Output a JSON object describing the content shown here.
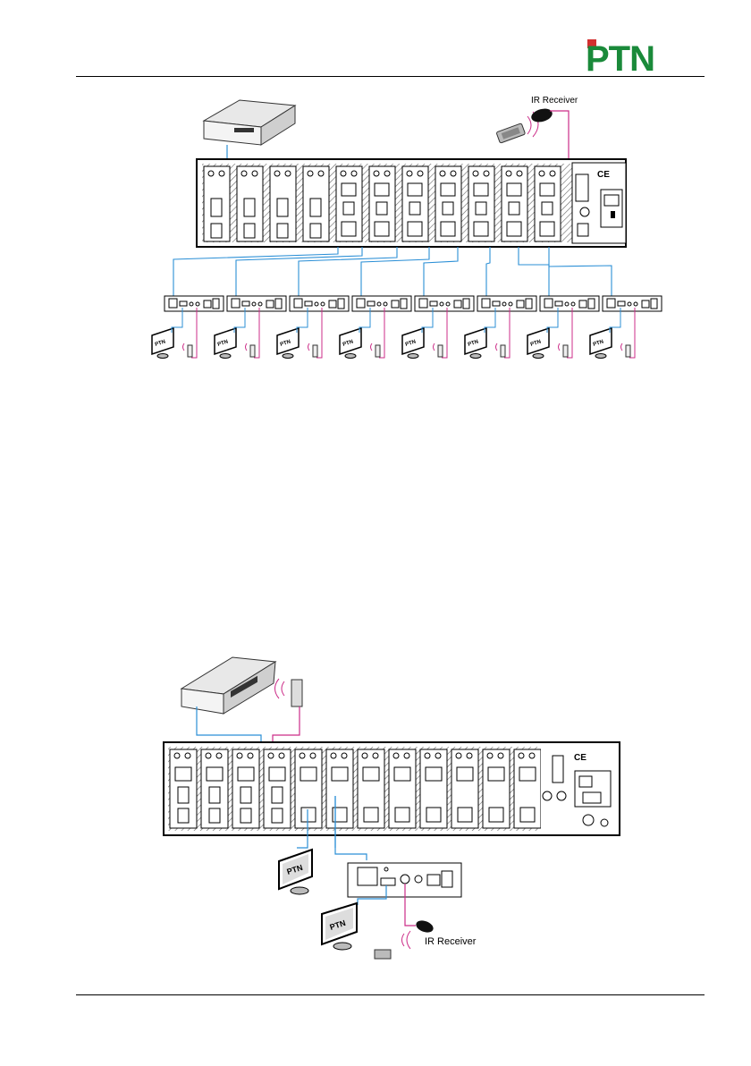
{
  "brand": {
    "logo_text": "PTN",
    "logo_color": "#1a8a3a",
    "accent_color": "#d32f2f"
  },
  "diagram1": {
    "ir_receiver_label": "IR Receiver",
    "hdmi_cable_color": "#2b8fd6",
    "ir_cable_color": "#cc2c88",
    "receiver_count": 8
  },
  "diagram2": {
    "ir_receiver_label": "IR Receiver"
  },
  "icons": [
    "dvd-player-icon",
    "ir-remote-icon",
    "ir-receiver-icon",
    "tv-display-icon",
    "power-inlet-icon",
    "ce-mark-icon"
  ]
}
